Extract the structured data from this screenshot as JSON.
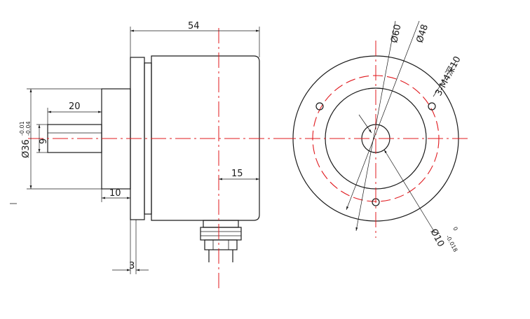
{
  "dimensions": {
    "overall_length": "54",
    "shaft_length": "20",
    "shaft_diameter": "9",
    "flange_diameter": "Ø36",
    "flange_tol_upper": "-0.01",
    "flange_tol_lower": "-0.04",
    "boss_length": "10",
    "flange_thickness": "3",
    "connector_offset": "15",
    "outer_diameter": "Ø60",
    "bolt_circle": "Ø48",
    "mount_holes": "3-M4深10",
    "bore_diameter": "Ø10",
    "bore_tol_upper": "0",
    "bore_tol_lower": "-0.018"
  },
  "colors": {
    "outline": "#1a1a1a",
    "centerline": "#e0191e"
  }
}
